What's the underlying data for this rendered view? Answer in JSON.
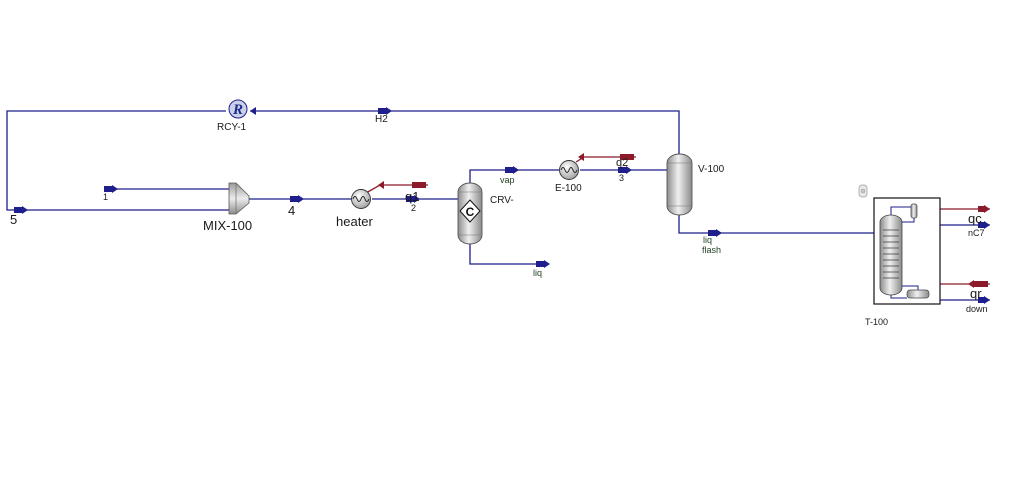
{
  "units": {
    "recycle": "RCY-1",
    "mixer": "MIX-100",
    "heater": "heater",
    "reactor": "CRV-",
    "exchanger": "E-100",
    "separator": "V-100",
    "column": "T-100"
  },
  "streams": {
    "s1": "1",
    "s2": "2",
    "s3": "3",
    "s4": "4",
    "s5": "5",
    "h2": "H2",
    "vap": "vap",
    "liq_reactor": "liq",
    "liq_flash_1": "liq",
    "liq_flash_2": "flash",
    "nc7": "nC7",
    "down": "down"
  },
  "energy_streams": {
    "q1": "q1",
    "q2": "q2",
    "qc": "qc",
    "qr": "qr"
  },
  "icons": {
    "recycle": "recycle-R-icon",
    "reactor": "reactor-C-icon",
    "heater": "heat-exchanger-icon",
    "mixer": "mixer-icon",
    "column": "distillation-column-icon",
    "badge": "small-badge-icon"
  },
  "colors": {
    "material_stream": "#1e1e8c",
    "energy_stream": "#8b1a2b",
    "vessel_fill": "#c9c9c9"
  }
}
